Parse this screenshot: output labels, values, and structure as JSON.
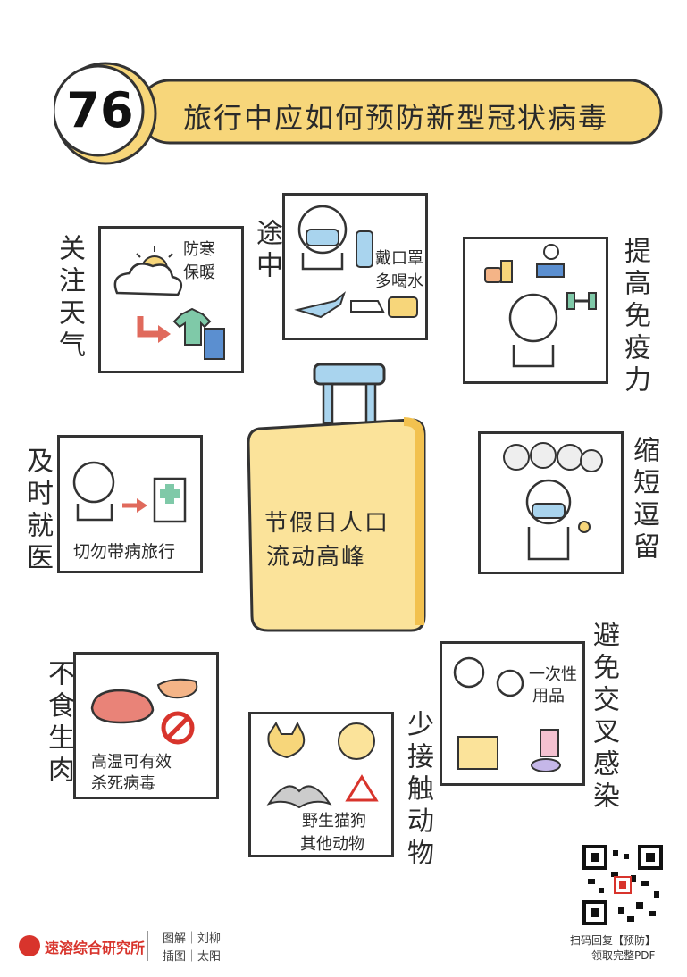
{
  "header": {
    "number": "76",
    "title": "旅行中应如何预防新型冠状病毒"
  },
  "center": {
    "line1": "节假日人口",
    "line2": "流动高峰"
  },
  "sections": {
    "weather": {
      "heading": "关注天气",
      "caption_line1": "防寒",
      "caption_line2": "保暖"
    },
    "transit": {
      "heading": "途中",
      "caption_line1": "戴口罩",
      "caption_line2": "多喝水"
    },
    "immunity": {
      "heading": "提高免疫力"
    },
    "doctor": {
      "heading": "及时就医",
      "caption": "切勿带病旅行"
    },
    "stay": {
      "heading": "缩短逗留"
    },
    "raw": {
      "heading": "不食生肉",
      "caption_line1": "高温可有效",
      "caption_line2": "杀死病毒"
    },
    "animals": {
      "heading": "少接触动物",
      "caption_line1": "野生猫狗",
      "caption_line2": "其他动物"
    },
    "cross": {
      "heading": "避免交叉感染",
      "caption_line1": "一次性",
      "caption_line2": "用品"
    }
  },
  "footer": {
    "logo_text": "速溶综合研究所",
    "credit1": "图解｜刘柳",
    "credit2": "插图｜太阳",
    "qr_line1": "扫码回复【预防】",
    "qr_line2": "领取完整PDF"
  },
  "colors": {
    "accent_yellow": "#f7d67a",
    "suitcase": "#fbe39a",
    "handle_blue": "#a9d4ee",
    "logo_red": "#d8342c"
  }
}
